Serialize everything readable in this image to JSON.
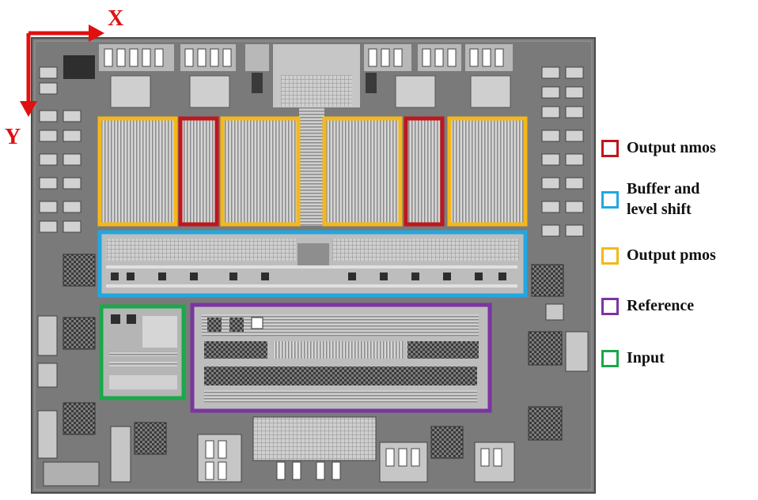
{
  "axes": {
    "x_label": "X",
    "y_label": "Y"
  },
  "legend": [
    {
      "id": "output-nmos",
      "label": "Output nmos",
      "color": "#c0161c"
    },
    {
      "id": "buffer-level-shift",
      "label": "Buffer and\nlevel shift",
      "color": "#22a7e0"
    },
    {
      "id": "output-pmos",
      "label": "Output pmos",
      "color": "#f5b81a"
    },
    {
      "id": "reference",
      "label": "Reference",
      "color": "#7b35a0"
    },
    {
      "id": "input",
      "label": "Input",
      "color": "#1aa84a"
    }
  ],
  "colors": {
    "axis_arrow": "#e01010",
    "die_background": "#7a7a7a",
    "metal_light": "#d8d8d8",
    "metal_dark": "#3a3a3a"
  }
}
